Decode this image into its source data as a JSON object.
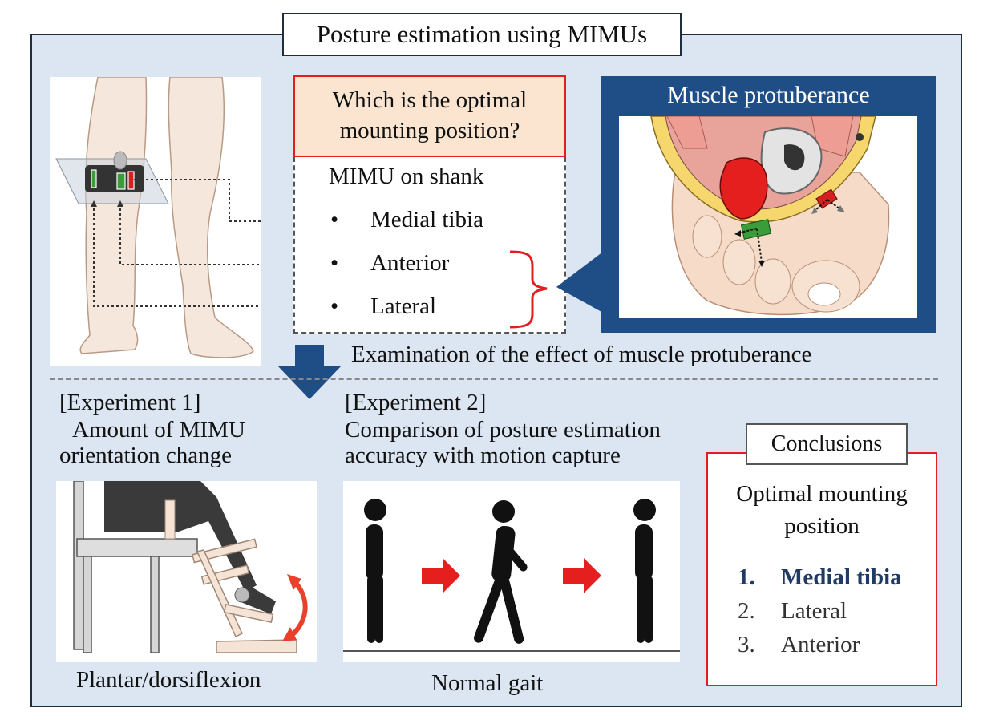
{
  "title": "Posture estimation using MIMUs",
  "question": {
    "line1": "Which is the optimal",
    "line2": "mounting position?"
  },
  "mimu_list": {
    "heading": "MIMU on shank",
    "bullet": "•",
    "items": [
      "Medial tibia",
      "Anterior",
      "Lateral"
    ]
  },
  "muscle_panel": {
    "title": "Muscle protuberance"
  },
  "examination_text": "Examination of the effect of muscle protuberance",
  "experiment1": {
    "tag": "[Experiment 1]",
    "line1": "Amount of MIMU",
    "line2": "orientation change",
    "caption": "Plantar/dorsiflexion"
  },
  "experiment2": {
    "tag": "[Experiment 2]",
    "line1": "Comparison of posture estimation",
    "line2": "accuracy with motion capture",
    "caption": "Normal gait"
  },
  "conclusions": {
    "title": "Conclusions",
    "heading1": "Optimal mounting",
    "heading2": "position",
    "items": [
      {
        "num": "1.",
        "label": "Medial tibia"
      },
      {
        "num": "2.",
        "label": "Lateral"
      },
      {
        "num": "3.",
        "label": "Anterior"
      }
    ]
  },
  "colors": {
    "frame_bg": "#dce6f2",
    "accent_red": "#e02020",
    "accent_blue": "#1f4e87",
    "highlight_navy": "#1f3b63"
  }
}
